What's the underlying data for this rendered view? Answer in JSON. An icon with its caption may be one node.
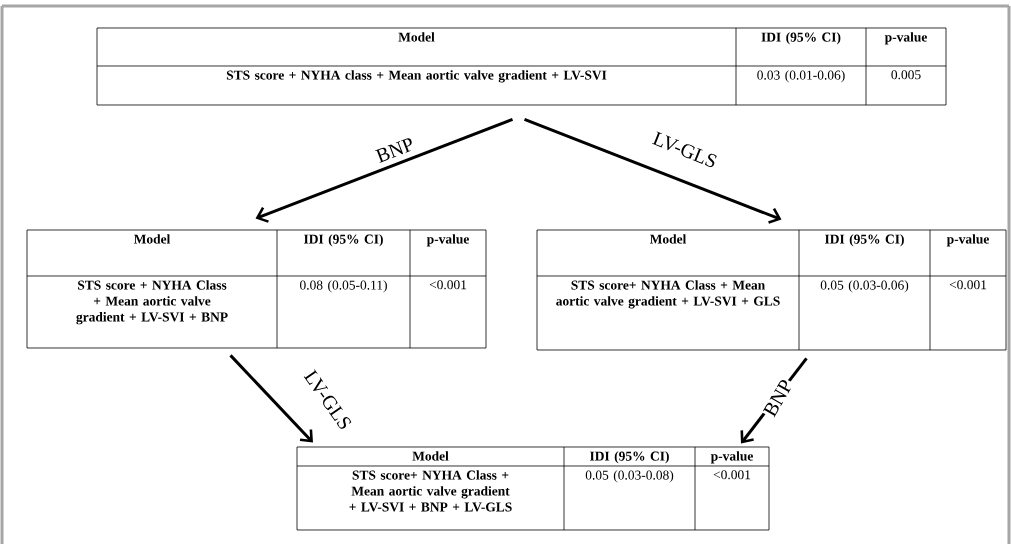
{
  "diagram": {
    "nodes": [
      {
        "text": [
          "Model",
          "IDI (95% CI)",
          "p-value",
          "STS score + NYHA class + Mean aortic valve gradient + LV-SVI",
          "0.03 (0.01-0.06)",
          "0.005"
        ]
      },
      {
        "text": [
          "Model",
          "IDI (95% CI)",
          "p-value",
          "STS score + NYHA Class + Mean aortic valve gradient + LV-SVI + BNP",
          "0.08 (0.05-0.11)",
          "<0.001"
        ]
      },
      {
        "text": [
          "Model",
          "IDI (95% CI)",
          "p-value",
          "STS score+ NYHA Class + Mean aortic valve gradient + LV-SVI + GLS",
          "0.05 (0.03-0.06)",
          "<0.001"
        ]
      },
      {
        "text": [
          "Model",
          "IDI (95% CI)",
          "p-value",
          "STS score+ NYHA Class + Mean aortic valve gradient + LV-SVI + BNP + LV-GLS",
          "0.05 (0.03-0.08)",
          "<0.001"
        ]
      }
    ],
    "edges": [
      {
        "from": 0,
        "to": 1,
        "arrow": "to",
        "label": "BNP"
      },
      {
        "from": 0,
        "to": 2,
        "arrow": "to",
        "label": "LV-GLS"
      },
      {
        "from": 1,
        "to": 3,
        "arrow": "to",
        "label": "LV-GLS"
      },
      {
        "from": 2,
        "to": 3,
        "arrow": "to",
        "label": "BNP"
      }
    ]
  }
}
